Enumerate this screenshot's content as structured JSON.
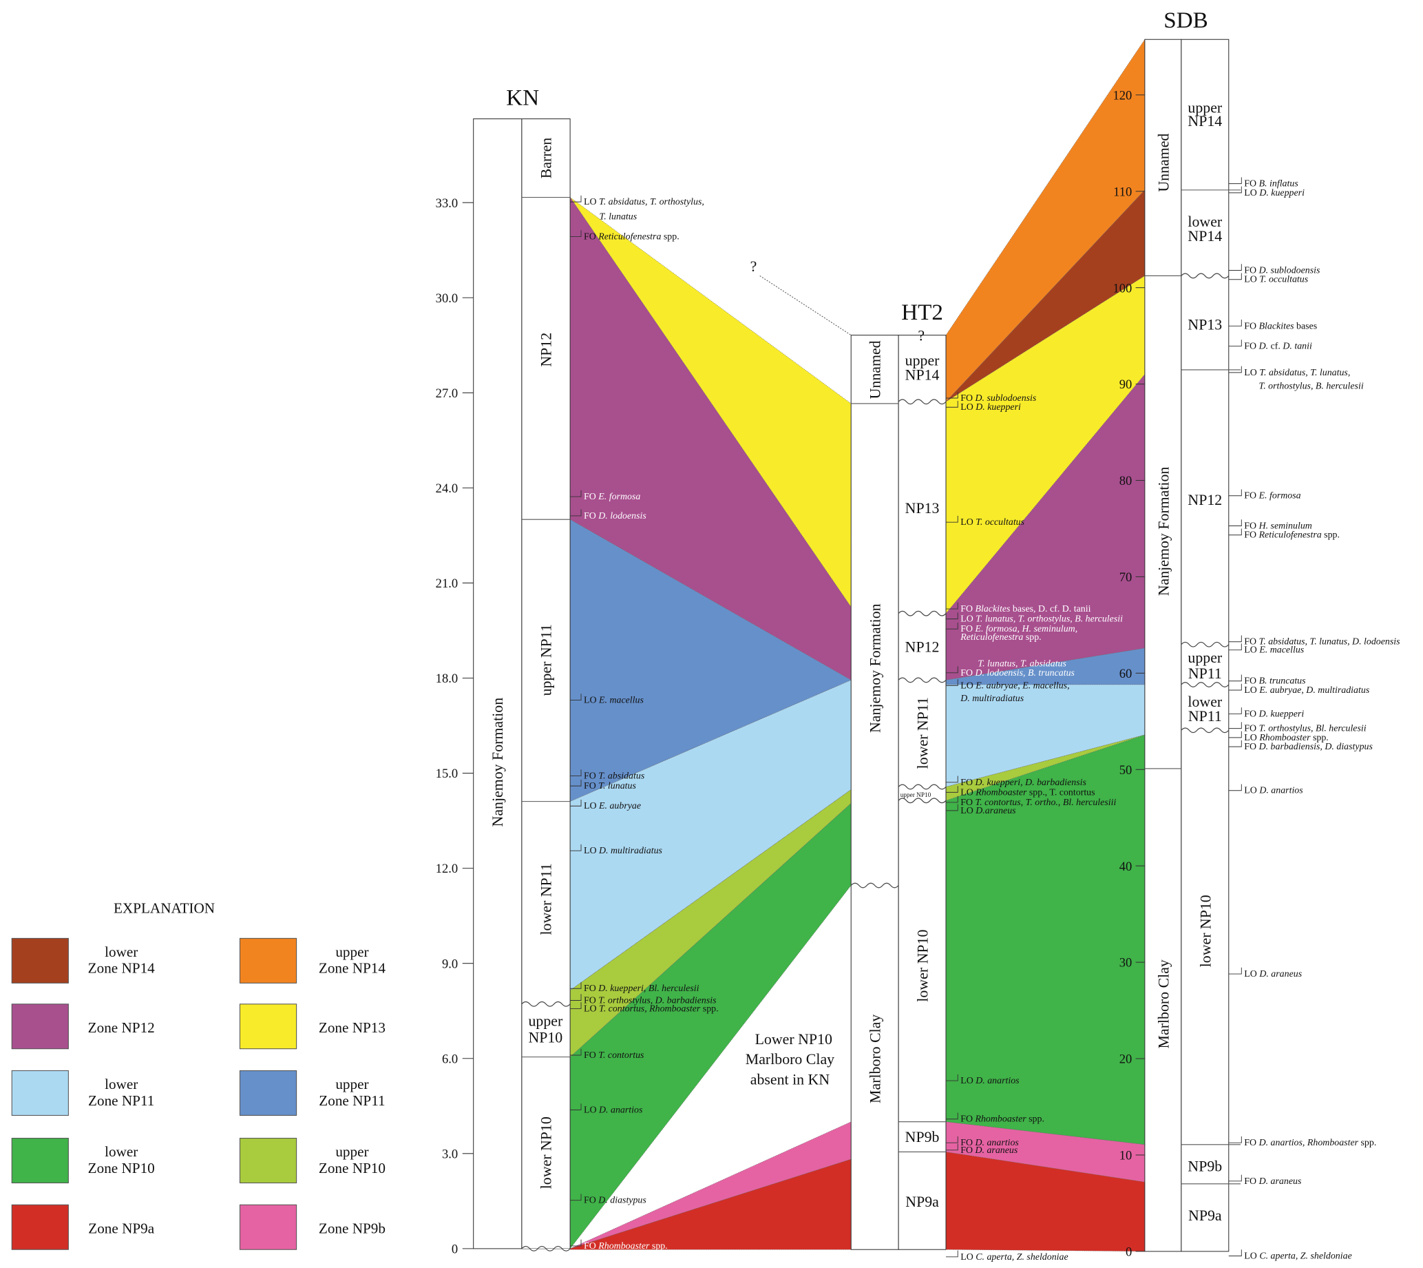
{
  "sections": {
    "kn": {
      "title": "KN",
      "ticks": [
        "0",
        "3.0",
        "6.0",
        "9.0",
        "12.0",
        "15.0",
        "18.0",
        "21.0",
        "24.0",
        "27.0",
        "30.0",
        "33.0"
      ],
      "formation": "Nanjemoy Formation",
      "zones": {
        "barren": "Barren",
        "np12": "NP12",
        "upper_np11": "upper NP11",
        "lower_np11": "lower NP11",
        "upper_np10_a": "upper",
        "upper_np10_b": "NP10",
        "lower_np10": "lower NP10"
      }
    },
    "ht2": {
      "title": "HT2",
      "top_query": "?",
      "formations": {
        "unnamed": "Unnamed",
        "nanjemoy": "Nanjemoy Formation",
        "marlboro": "Marlboro Clay"
      },
      "zones": {
        "upper_np14_a": "upper",
        "upper_np14_b": "NP14",
        "np13": "NP13",
        "np12": "NP12",
        "lower_np11": "lower NP11",
        "upper_np10": "upper  NP10",
        "lower_np10": "lower NP10",
        "np9b": "NP9b",
        "np9a": "NP9a"
      }
    },
    "sdb": {
      "title": "SDB",
      "ticks": [
        "0",
        "10",
        "20",
        "30",
        "40",
        "50",
        "60",
        "70",
        "80",
        "90",
        "100",
        "110",
        "120"
      ],
      "formations": {
        "unnamed": "Unnamed",
        "nanjemoy": "Nanjemoy Formation",
        "marlboro": "Marlboro Clay"
      },
      "zones": {
        "upper_np14_a": "upper",
        "upper_np14_b": "NP14",
        "lower_np14_a": "lower",
        "lower_np14_b": "NP14",
        "np13": "NP13",
        "np12": "NP12",
        "upper_np11_a": "upper",
        "upper_np11_b": "NP11",
        "lower_np11_a": "lower",
        "lower_np11_b": "NP11",
        "lower_np10": "lower NP10",
        "np9b": "NP9b",
        "np9a": "NP9a"
      }
    }
  },
  "annotations": {
    "query": "?",
    "absent_1": "Lower NP10",
    "absent_2": "Marlboro Clay",
    "absent_3": "absent in KN"
  },
  "events": {
    "kn": [
      {
        "p": "LO ",
        "t": "T. absidatus, T. orthostylus,"
      },
      {
        "p": "",
        "t": "T. lunatus"
      },
      {
        "p": "FO ",
        "t": "Reticulofenestra",
        "s": " spp."
      },
      {
        "p": "FO  ",
        "t": "E. formosa"
      },
      {
        "p": "FO  ",
        "t": "D. lodoensis"
      },
      {
        "p": "LO ",
        "t": "E. macellus"
      },
      {
        "p": "FO ",
        "t": "T. absidatus"
      },
      {
        "p": "FO ",
        "t": "T. lunatus"
      },
      {
        "p": "LO ",
        "t": "E. aubryae"
      },
      {
        "p": "LO ",
        "t": "D. multiradiatus"
      },
      {
        "p": "FO ",
        "t": "D. kuepperi, Bl. herculesii"
      },
      {
        "p": "FO ",
        "t": "T. orthostylus, D. barbadiensis"
      },
      {
        "p": "LO ",
        "t": "T. contortus, Rhomboaster",
        "s": " spp."
      },
      {
        "p": "FO ",
        "t": "T. contortus"
      },
      {
        "p": "LO ",
        "t": "D. anartios"
      },
      {
        "p": "FO ",
        "t": "D. diastypus"
      },
      {
        "p": "FO ",
        "t": "Rhomboaster",
        "s": " spp."
      }
    ],
    "ht2": [
      {
        "p": "FO ",
        "t": "D. sublodoensis"
      },
      {
        "p": "LO ",
        "t": "D. kuepperi"
      },
      {
        "p": "LO ",
        "t": "T. occultatus"
      },
      {
        "p": "FO ",
        "t": "Blackites",
        "s": " bases, D. cf. D. tanii"
      },
      {
        "p": "LO ",
        "t": "T. lunatus, T. orthostylus, B. herculesii"
      },
      {
        "p": "FO ",
        "t": "E. formosa, H. seminulum,"
      },
      {
        "p": "",
        "t": "Reticulofenestra",
        "s": " spp."
      },
      {
        "p": "",
        "t": "T. lunatus, T. absidatus"
      },
      {
        "p": "FO  ",
        "t": "D. lodoensis, B. truncatus"
      },
      {
        "p": "LO ",
        "t": "E. aubryae, E. macellus,"
      },
      {
        "p": "",
        "t": "D. multiradiatus"
      },
      {
        "p": "FO ",
        "t": "D. kuepperi, D. barbadiensis"
      },
      {
        "p": "LO ",
        "t": "Rhomboaster",
        "s": " spp., T. contortus"
      },
      {
        "p": "FO ",
        "t": "T. contortus, T. ortho., Bl. herculesiii"
      },
      {
        "p": "LO ",
        "t": "D.araneus"
      },
      {
        "p": "LO ",
        "t": "D. anartios"
      },
      {
        "p": "FO ",
        "t": "Rhomboaster",
        "s": " spp."
      },
      {
        "p": "FO ",
        "t": "D. anartios"
      },
      {
        "p": "FO ",
        "t": "D. araneus"
      },
      {
        "p": "LO ",
        "t": "C. aperta, Z. sheldoniae"
      }
    ],
    "sdb": [
      {
        "p": "FO ",
        "t": "B. inflatus"
      },
      {
        "p": "LO ",
        "t": "D. kuepperi"
      },
      {
        "p": "FO ",
        "t": "D. sublodoensis"
      },
      {
        "p": "LO ",
        "t": "T. occultatus"
      },
      {
        "p": "FO ",
        "t": "Blackites",
        "s": " bases"
      },
      {
        "p": "FO ",
        "t": "D.",
        "s": " cf. ",
        "t2": "D. tanii"
      },
      {
        "p": "LO ",
        "t": "T. absidatus, T. lunatus,"
      },
      {
        "p": "",
        "t": "T. orthostylus, B. herculesii"
      },
      {
        "p": "FO ",
        "t": "E. formosa"
      },
      {
        "p": "FO ",
        "t": "H. seminulum"
      },
      {
        "p": "FO ",
        "t": "Reticulofenestra",
        "s": " spp."
      },
      {
        "p": "FO ",
        "t": "T. absidatus, T. lunatus, D. lodoensis"
      },
      {
        "p": "LO ",
        "t": "E. macellus"
      },
      {
        "p": "FO ",
        "t": "B. truncatus"
      },
      {
        "p": "LO ",
        "t": "E. aubryae, D. multiradiatus"
      },
      {
        "p": "FO ",
        "t": "D. kuepperi"
      },
      {
        "p": "FO ",
        "t": "T. orthostylus, Bl. herculesii"
      },
      {
        "p": "LO ",
        "t": "Rhomboaster",
        "s": " spp."
      },
      {
        "p": "FO ",
        "t": "D. barbadiensis, D. diastypus"
      },
      {
        "p": "LO ",
        "t": "D. anartios"
      },
      {
        "p": "LO ",
        "t": "D. araneus"
      },
      {
        "p": "FO ",
        "t": "D. anartios, Rhomboaster",
        "s": " spp."
      },
      {
        "p": "FO ",
        "t": "D. araneus"
      },
      {
        "p": "LO ",
        "t": "C. aperta,  Z. sheldoniae"
      }
    ]
  },
  "legend": {
    "title": "EXPLANATION",
    "items": [
      {
        "l1": "lower",
        "l2": "Zone NP14",
        "color": "#a5401f"
      },
      {
        "l1": "upper",
        "l2": "Zone NP14",
        "color": "#f28420"
      },
      {
        "l1": "",
        "l2": "Zone NP12",
        "color": "#a84f8e"
      },
      {
        "l1": "",
        "l2": "Zone NP13",
        "color": "#f8eb2a"
      },
      {
        "l1": "lower",
        "l2": "Zone NP11",
        "color": "#acd9f2"
      },
      {
        "l1": "upper",
        "l2": "Zone NP11",
        "color": "#6690ca"
      },
      {
        "l1": "lower",
        "l2": "Zone NP10",
        "color": "#40b349"
      },
      {
        "l1": "upper",
        "l2": "Zone NP10",
        "color": "#a9cb3e"
      },
      {
        "l1": "",
        "l2": "Zone NP9a",
        "color": "#d22e26"
      },
      {
        "l1": "",
        "l2": "Zone NP9b",
        "color": "#e563a3"
      }
    ]
  }
}
